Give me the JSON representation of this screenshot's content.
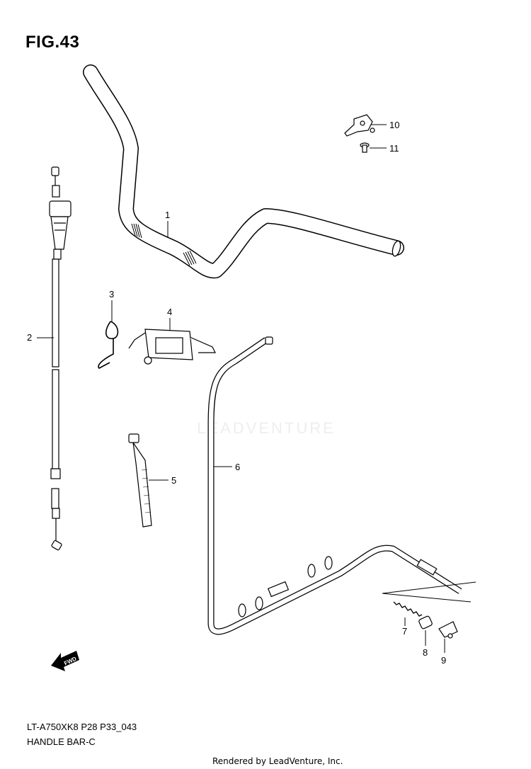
{
  "figure": {
    "title": "FIG.43",
    "code": "LT-A750XK8 P28 P33_043",
    "name": "HANDLE BAR-C",
    "footer": "Rendered by LeadVenture, Inc.",
    "watermark": "LEADVENTURE",
    "fwd_label": "FWD"
  },
  "callouts": [
    "1",
    "2",
    "3",
    "4",
    "5",
    "6",
    "7",
    "8",
    "9",
    "10",
    "11"
  ],
  "parts": [
    {
      "ref": "1",
      "icon": "handlebar-icon"
    },
    {
      "ref": "2",
      "icon": "throttle-cable-icon"
    },
    {
      "ref": "3",
      "icon": "wire-clip-icon"
    },
    {
      "ref": "4",
      "icon": "bracket-icon"
    },
    {
      "ref": "5",
      "icon": "cable-tie-icon"
    },
    {
      "ref": "6",
      "icon": "brake-cable-icon"
    },
    {
      "ref": "7",
      "icon": "spring-icon"
    },
    {
      "ref": "8",
      "icon": "joint-icon"
    },
    {
      "ref": "9",
      "icon": "pin-icon"
    },
    {
      "ref": "10",
      "icon": "clamp-icon"
    },
    {
      "ref": "11",
      "icon": "screw-icon"
    }
  ]
}
